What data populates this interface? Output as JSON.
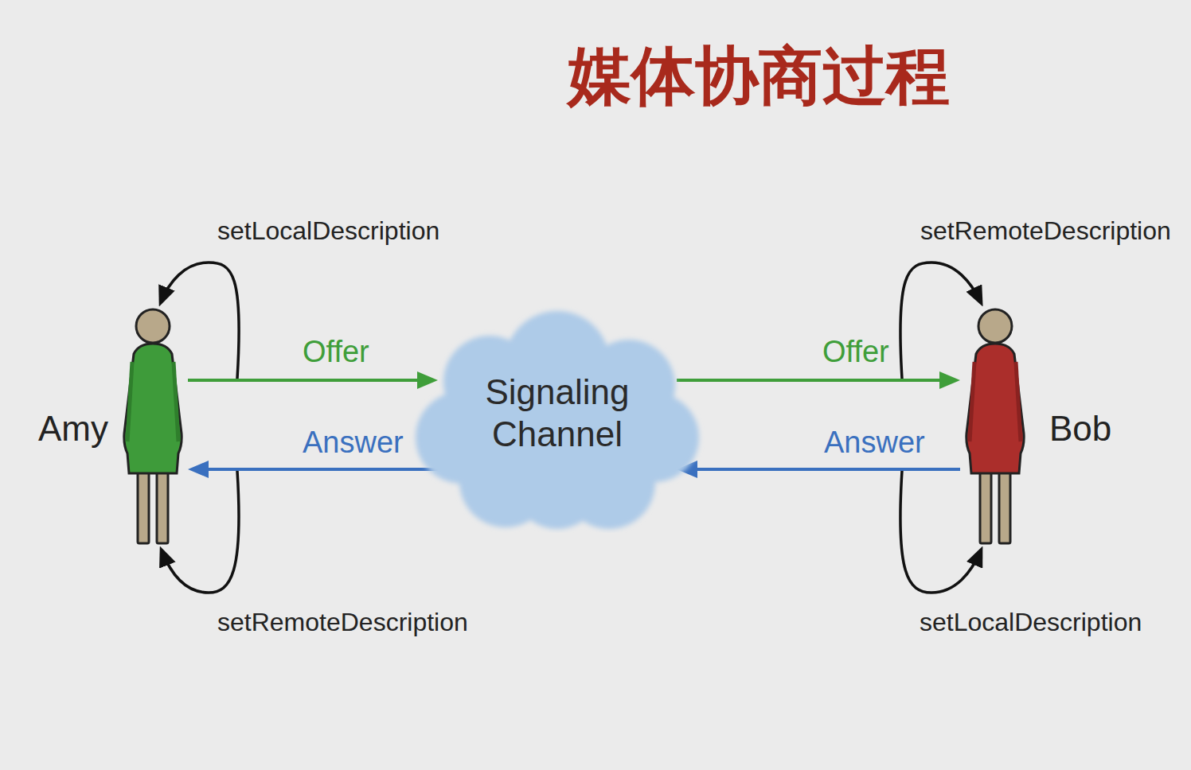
{
  "diagram": {
    "title": "媒体协商过程",
    "nodes": [
      {
        "text": [
          "Amy"
        ]
      },
      {
        "text": [
          "Signaling Channel"
        ]
      },
      {
        "text": [
          "Bob"
        ]
      }
    ],
    "edges": [
      {
        "from": 0,
        "to": 1,
        "arrow": "to",
        "label": "Offer"
      },
      {
        "from": 1,
        "to": 0,
        "arrow": "to",
        "label": "Answer"
      },
      {
        "from": 1,
        "to": 2,
        "arrow": "to",
        "label": "Offer"
      },
      {
        "from": 2,
        "to": 1,
        "arrow": "to",
        "label": "Answer"
      }
    ],
    "labels": [
      "setLocalDescription",
      "setRemoteDescription",
      "setRemoteDescription",
      "setLocalDescription"
    ]
  }
}
